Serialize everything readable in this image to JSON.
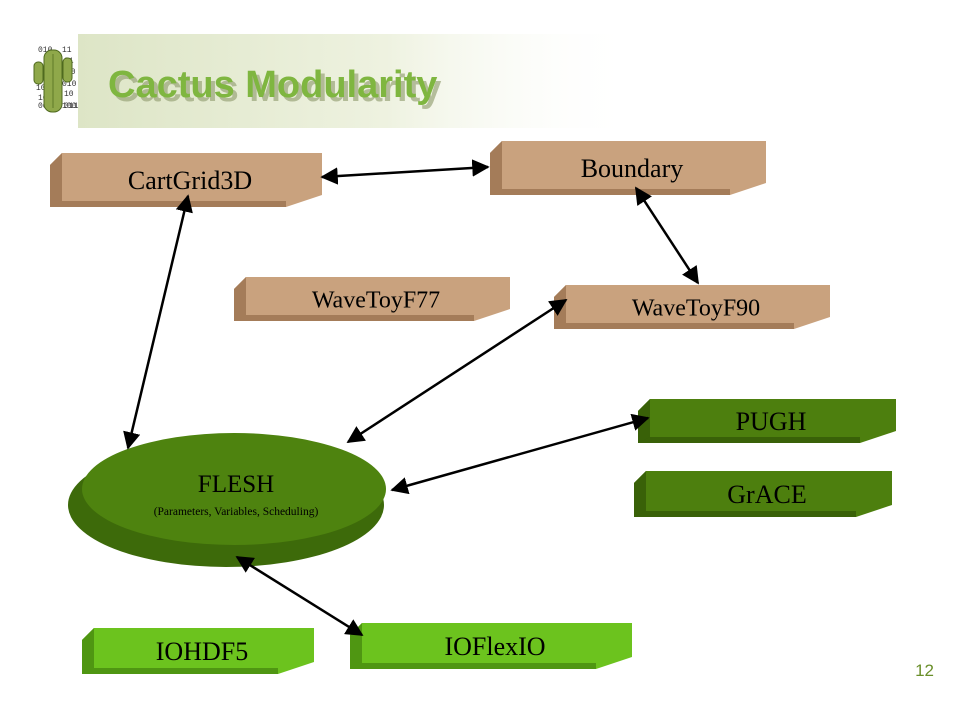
{
  "slide": {
    "title": "Cactus Modularity",
    "page_number": "12"
  },
  "logo": {
    "binary_lines": [
      "010",
      "11",
      "01",
      "10",
      "10",
      "010",
      "10",
      "10",
      "100",
      "000",
      "011"
    ]
  },
  "colors": {
    "tan_face": "#c9a27e",
    "tan_side": "#a47c59",
    "dark_green_face": "#4d7f0e",
    "dark_green_side": "#396108",
    "light_green_face": "#6cc31e",
    "light_green_side": "#4f9612",
    "flesh_face": "#4e830f",
    "flesh_shadow": "#3d6a0a",
    "title_color": "#7fb640",
    "arrow_color": "#000000"
  },
  "nodes": {
    "cartgrid3d": {
      "label": "CartGrid3D"
    },
    "boundary": {
      "label": "Boundary"
    },
    "wavetoyf77": {
      "label": "WaveToyF77"
    },
    "wavetoyf90": {
      "label": "WaveToyF90"
    },
    "pugh": {
      "label": "PUGH"
    },
    "grace": {
      "label": "GrACE"
    },
    "iohdf5": {
      "label": "IOHDF5"
    },
    "ioflexio": {
      "label": "IOFlexIO"
    },
    "flesh": {
      "label": "FLESH",
      "sublabel": "(Parameters, Variables, Scheduling)"
    }
  },
  "edges": [
    {
      "from": "cartgrid3d",
      "to": "boundary",
      "bidirectional": true
    },
    {
      "from": "cartgrid3d",
      "to": "flesh",
      "bidirectional": true
    },
    {
      "from": "boundary",
      "to": "wavetoyf90",
      "bidirectional": true
    },
    {
      "from": "wavetoyf90",
      "to": "flesh",
      "bidirectional": true
    },
    {
      "from": "pugh",
      "to": "flesh",
      "bidirectional": true
    },
    {
      "from": "flesh",
      "to": "ioflexio",
      "bidirectional": true
    }
  ]
}
